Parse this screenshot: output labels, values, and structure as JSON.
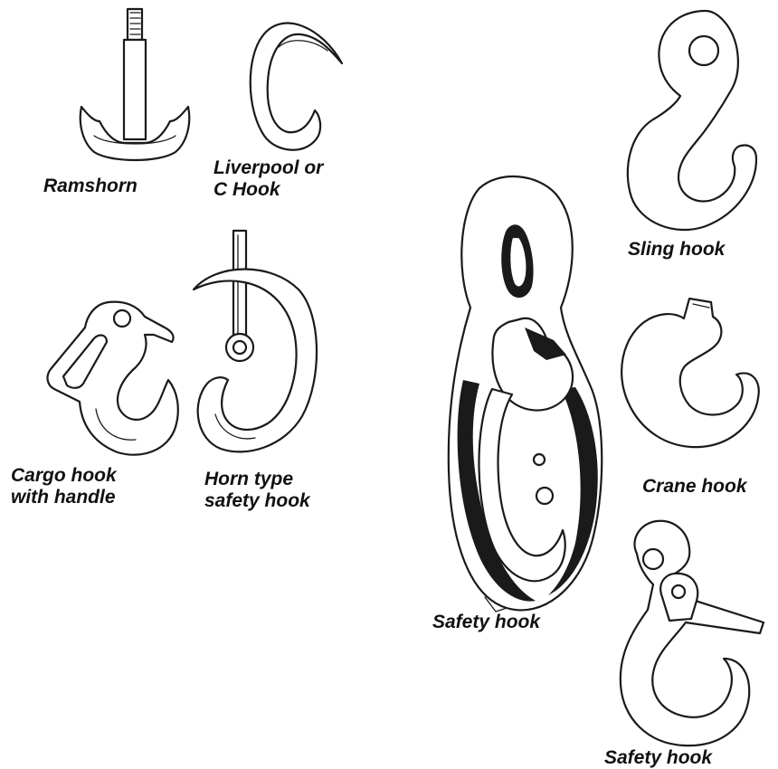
{
  "hooks": {
    "ramshorn": "Ramshorn",
    "liverpool_line1": "Liverpool or",
    "liverpool_line2": "C Hook",
    "cargo_line1": "Cargo hook",
    "cargo_line2": "with handle",
    "horn_line1": "Horn type",
    "horn_line2": "safety hook",
    "safety_large": "Safety hook",
    "sling": "Sling hook",
    "crane": "Crane hook",
    "safety_small": "Safety hook"
  }
}
